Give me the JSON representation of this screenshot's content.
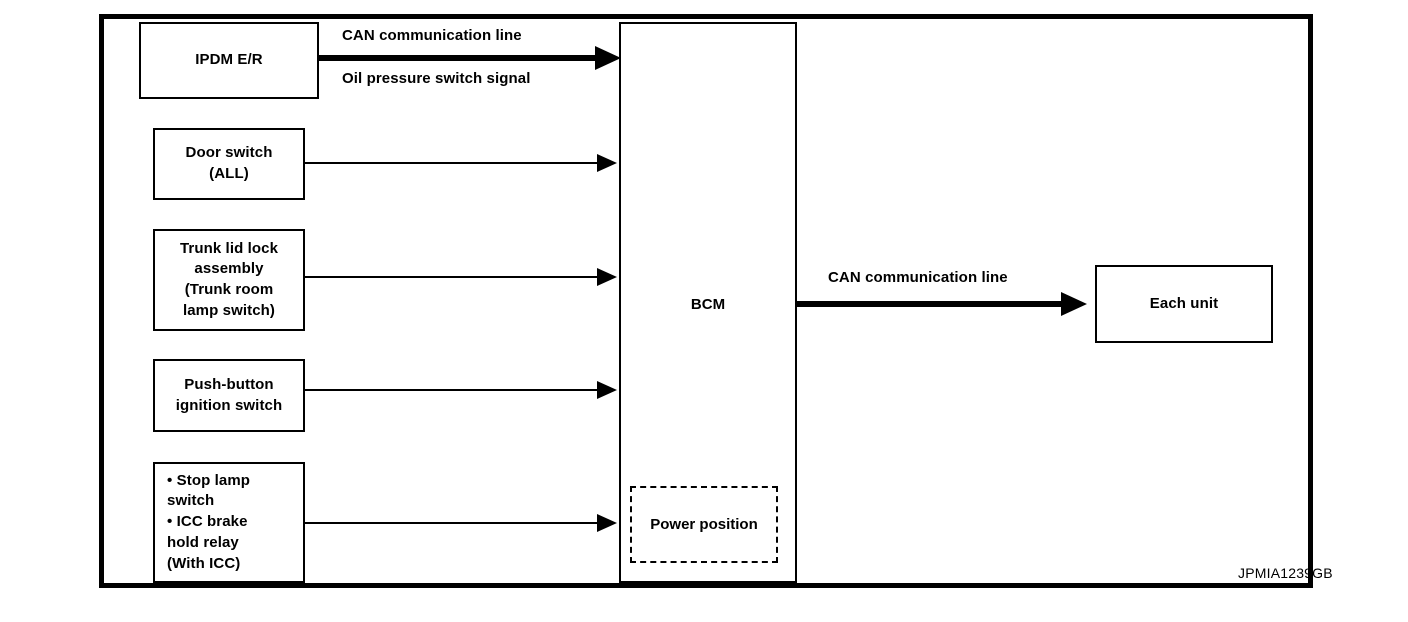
{
  "diagram": {
    "reference_code": "JPMIA1239GB",
    "line_color": "#000000",
    "background_color": "#ffffff",
    "nodes": [
      {
        "id": "ipdm",
        "label": "IPDM E/R"
      },
      {
        "id": "door",
        "label": "Door switch\n(ALL)"
      },
      {
        "id": "trunk",
        "label": "Trunk lid lock\nassembly\n(Trunk room\nlamp switch)"
      },
      {
        "id": "push",
        "label": "Push-button\nignition switch"
      },
      {
        "id": "stop",
        "label": "• Stop lamp\n   switch\n• ICC brake\n   hold relay\n   (With ICC)"
      },
      {
        "id": "bcm",
        "label": "BCM"
      },
      {
        "id": "powerpos",
        "label": "Power position"
      },
      {
        "id": "eachunit",
        "label": "Each unit"
      }
    ],
    "edges": [
      {
        "id": "ipdm-bcm-top",
        "label": "CAN communication line",
        "from": "ipdm",
        "to": "bcm",
        "weight": "thick"
      },
      {
        "id": "ipdm-bcm-bottom",
        "label": "Oil pressure switch signal",
        "from": "ipdm",
        "to": "bcm",
        "weight": "thick"
      },
      {
        "id": "door-bcm",
        "label": "",
        "from": "door",
        "to": "bcm",
        "weight": "thin"
      },
      {
        "id": "trunk-bcm",
        "label": "",
        "from": "trunk",
        "to": "bcm",
        "weight": "thin"
      },
      {
        "id": "push-bcm",
        "label": "",
        "from": "push",
        "to": "bcm",
        "weight": "thin"
      },
      {
        "id": "stop-bcm",
        "label": "",
        "from": "stop",
        "to": "bcm",
        "weight": "thin"
      },
      {
        "id": "bcm-eachunit",
        "label": "CAN communication line",
        "from": "bcm",
        "to": "eachunit",
        "weight": "thick"
      }
    ]
  }
}
